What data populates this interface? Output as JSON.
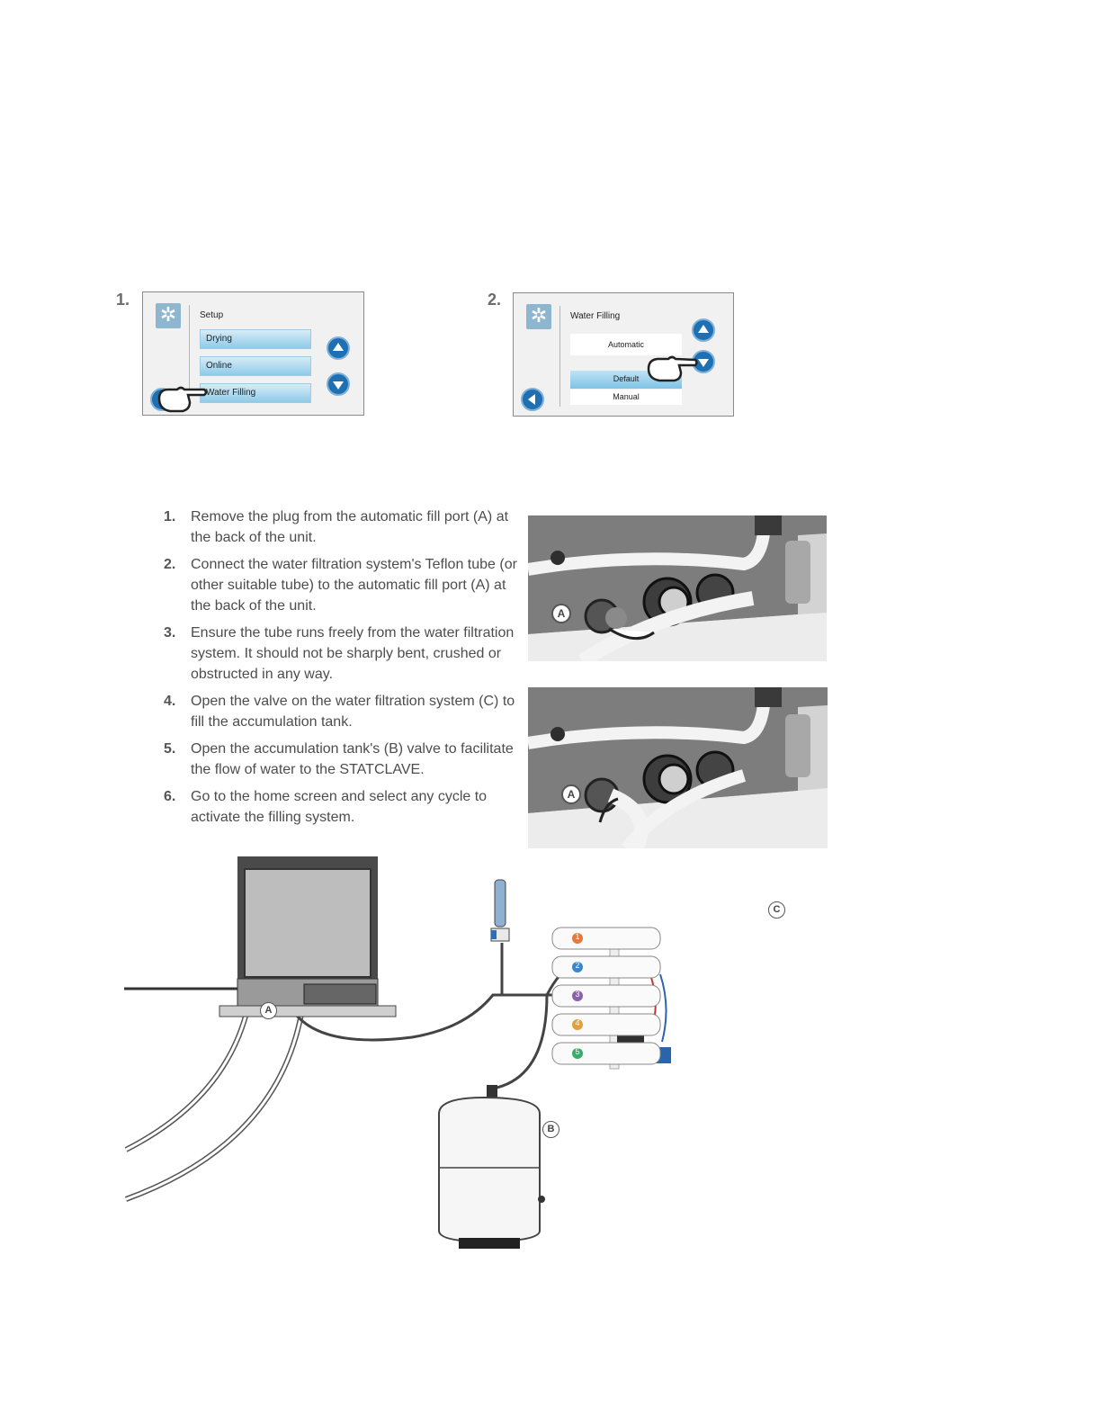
{
  "figures": [
    {
      "number": "1.",
      "panel_title": "Setup",
      "menu_items": [
        "Drying",
        "Online",
        "Water Filling"
      ]
    },
    {
      "number": "2.",
      "panel_title": "Water Filling",
      "options": [
        "Automatic",
        "Default",
        "Manual"
      ]
    }
  ],
  "steps": [
    {
      "num": "1.",
      "text": "Remove the plug from the automatic fill port (A) at the back of the unit."
    },
    {
      "num": "2.",
      "text": "Connect the water filtration system's Teflon tube (or other suitable tube) to the automatic fill port (A) at the back of the unit."
    },
    {
      "num": "3.",
      "text": "Ensure the tube runs freely from the water filtration system. It should not be sharply bent, crushed or obstructed in any way."
    },
    {
      "num": "4.",
      "text": "Open the valve on the water filtration system (C) to fill the accumulation tank."
    },
    {
      "num": "5.",
      "text": "Open the accumulation tank's (B) valve to facilitate the flow of water to the STATCLAVE."
    },
    {
      "num": "6.",
      "text": "Go to the home screen and select any cycle to activate the filling system."
    }
  ],
  "callouts": {
    "a": "A",
    "b": "B",
    "c": "C"
  },
  "filter_stage_numbers": [
    "1",
    "2",
    "3",
    "4",
    "5"
  ],
  "icons": [
    "gear-icon",
    "arrow-up-icon",
    "arrow-down-icon",
    "arrow-left-icon",
    "pointing-hand-icon"
  ]
}
